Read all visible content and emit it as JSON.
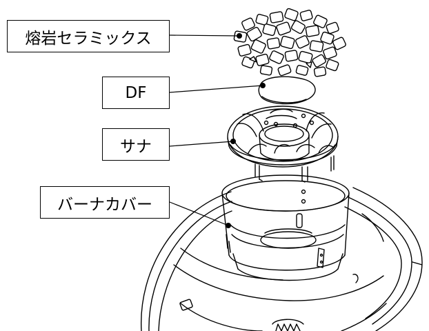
{
  "labels": {
    "ceramics": "熔岩セラミックス",
    "df": "DF",
    "sana": "サナ",
    "burner_cover": "バーナカバー"
  }
}
